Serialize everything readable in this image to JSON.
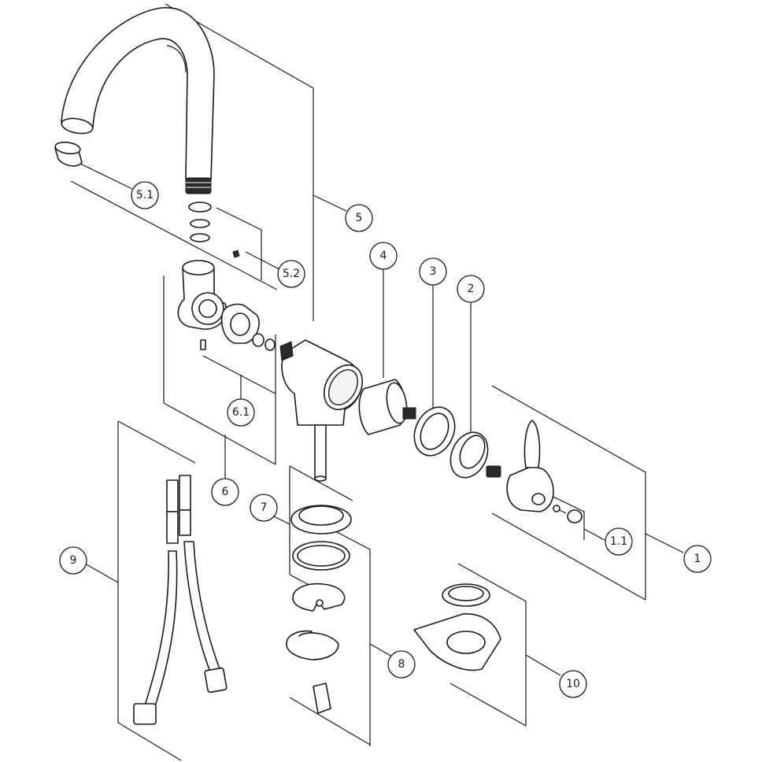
{
  "diagram": {
    "callouts": [
      {
        "id": "1",
        "label": "1"
      },
      {
        "id": "1-1",
        "label": "1.1"
      },
      {
        "id": "2",
        "label": "2"
      },
      {
        "id": "3",
        "label": "3"
      },
      {
        "id": "4",
        "label": "4"
      },
      {
        "id": "5",
        "label": "5"
      },
      {
        "id": "5-1",
        "label": "5.1"
      },
      {
        "id": "5-2",
        "label": "5.2"
      },
      {
        "id": "6",
        "label": "6"
      },
      {
        "id": "6-1",
        "label": "6.1"
      },
      {
        "id": "7",
        "label": "7"
      },
      {
        "id": "8",
        "label": "8"
      },
      {
        "id": "9",
        "label": "9"
      },
      {
        "id": "10",
        "label": "10"
      }
    ]
  }
}
